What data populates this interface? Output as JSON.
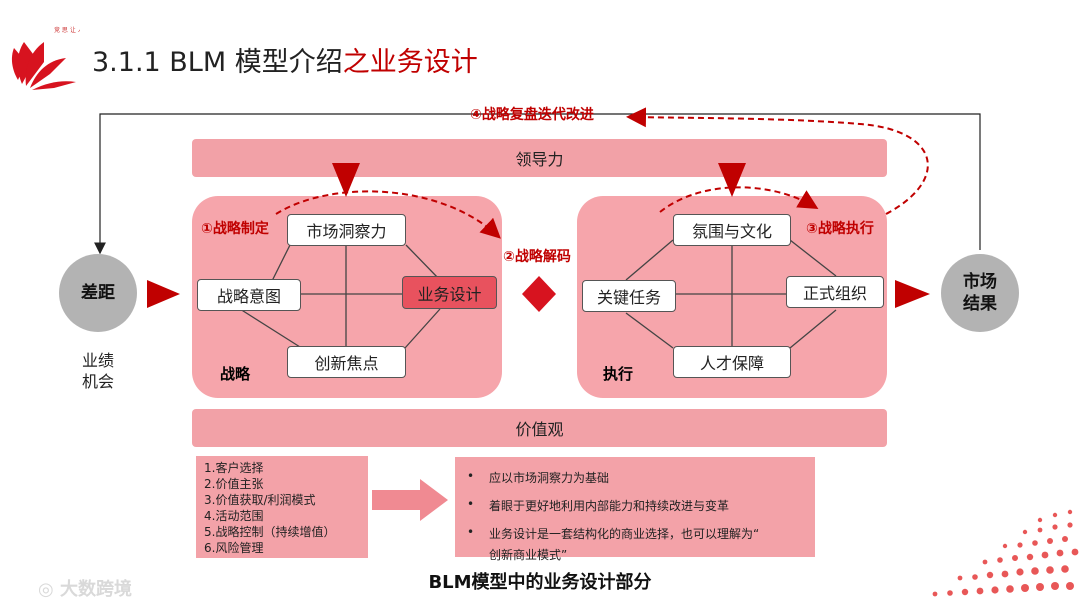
{
  "title": {
    "prefix": "3.1.1 BLM 模型介绍",
    "accent": "之业务设计"
  },
  "loop_label": "④战略复盘迭代改进",
  "leadership_label": "领导力",
  "values_label": "价值观",
  "gap": {
    "label": "差距",
    "sublabel_line1": "业绩",
    "sublabel_line2": "机会"
  },
  "market_result": {
    "line1": "市场",
    "line2": "结果"
  },
  "strategy": {
    "panel_label": "战略",
    "step_label": "①战略制定",
    "boxes": {
      "market_insight": "市场洞察力",
      "strategic_intent": "战略意图",
      "business_design": "业务设计",
      "innovation_focus": "创新焦点"
    }
  },
  "decode_label": "②战略解码",
  "execution": {
    "panel_label": "执行",
    "step_label": "③战略执行",
    "boxes": {
      "climate_culture": "氛围与文化",
      "critical_tasks": "关键任务",
      "formal_org": "正式组织",
      "talent": "人才保障"
    }
  },
  "elements_list": [
    "1.客户选择",
    "2.价值主张",
    "3.价值获取/利润模式",
    "4.活动范围",
    "5.战略控制（持续增值）",
    "6.风险管理"
  ],
  "bullets": [
    "应以市场洞察力为基础",
    "着眼于更好地利用内部能力和持续改进与变革",
    "业务设计是一套结构化的商业选择，也可以理解为“",
    "创新商业模式”"
  ],
  "caption": "BLM模型中的业务设计部分",
  "watermark": "大数跨境",
  "colors": {
    "accent": "#c00000",
    "panel": "#f6a5ab",
    "bar": "#f2a1a7",
    "highlight": "#e8525e",
    "circle": "#b3b3b3"
  }
}
